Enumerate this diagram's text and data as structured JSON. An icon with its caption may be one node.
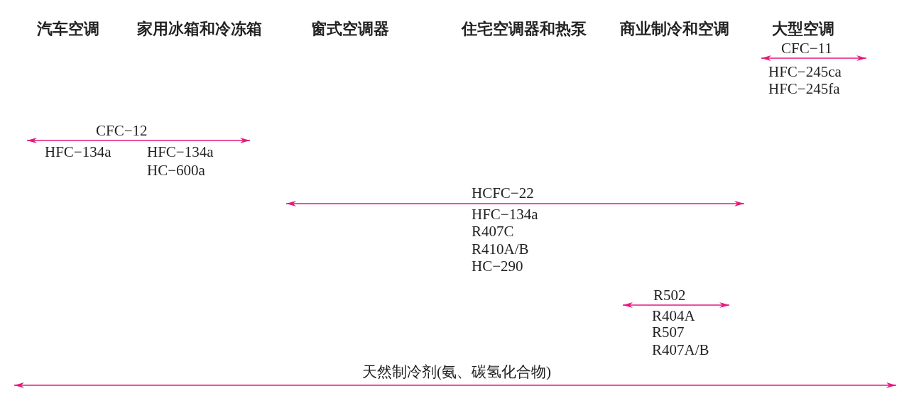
{
  "diagram": {
    "labels": [
      "汽车空调",
      "家用冰箱和冷冻箱",
      "窗式空调器",
      "住宅空调器和热泵",
      "商业制冷和空调",
      "大型空调",
      "CFC−11",
      "HFC−245ca",
      "HFC−245fa",
      "CFC−12",
      "HFC−134a",
      "HFC−134a",
      "HC−600a",
      "HCFC−22",
      "HFC−134a",
      "R407C",
      "R410A/B",
      "HC−290",
      "R502",
      "R404A",
      "R507",
      "R407A/B",
      "天然制冷剂(氨、碳氢化合物)"
    ]
  }
}
